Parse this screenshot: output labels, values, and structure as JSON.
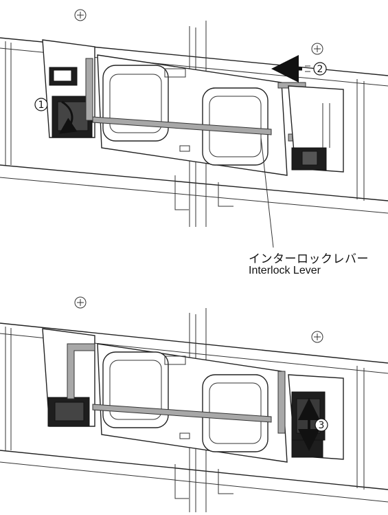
{
  "callout": {
    "label_jp": "インターロックレバー",
    "label_en": "Interlock Lever"
  },
  "steps": {
    "step1": "1",
    "step2": "2",
    "step3": "3"
  },
  "colors": {
    "line": "#222222",
    "lever": "#a8a8a8",
    "latch": "#1e1e1e"
  }
}
